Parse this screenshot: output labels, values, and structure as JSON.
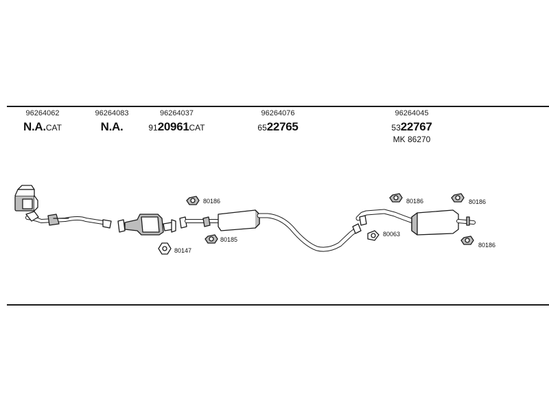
{
  "columns": [
    {
      "part_number": "96264062",
      "code_bold": "N.A.",
      "code_suffix": "CAT"
    },
    {
      "part_number": "96264083",
      "code_bold": "N.A.",
      "code_suffix": ""
    },
    {
      "part_number": "96264037",
      "code_prefix": "91",
      "code_bold": "20961",
      "code_suffix": "CAT"
    },
    {
      "part_number": "96264076",
      "code_prefix": "65",
      "code_bold": "22765",
      "code_suffix": ""
    },
    {
      "part_number": "96264045",
      "code_prefix": "53",
      "code_bold": "22767",
      "code_suffix": "",
      "extra": "MK  86270"
    }
  ],
  "callouts": {
    "c1": "80186",
    "c2": "80185",
    "c3": "80147",
    "c4": "80186",
    "c5": "80063",
    "c6": "80186",
    "c7": "80186"
  },
  "colors": {
    "line": "#1a1a1a",
    "part_fill": "#ffffff",
    "shade": "#bdbdbd"
  }
}
